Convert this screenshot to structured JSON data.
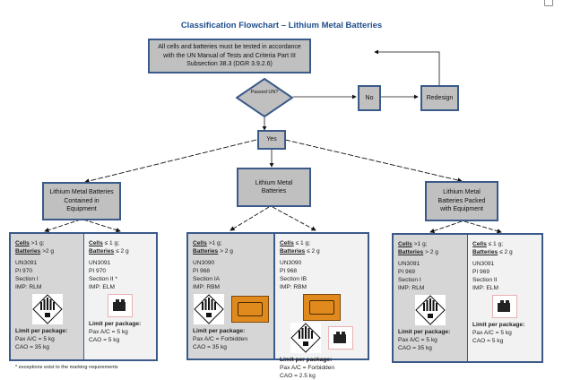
{
  "title": "Classification Flowchart – Lithium Metal Batteries",
  "nodes": {
    "test_box": "All cells and batteries must be tested in accordance with the UN Manual of Tests and Criteria Part III Subsection 38.3 (DGR 3.9.2.6)",
    "decision": "Passed UN?",
    "no": "No",
    "redesign": "Redesign",
    "yes": "Yes",
    "contained": "Lithium Metal Batteries Contained in Equipment",
    "batteries": "Lithium Metal Batteries",
    "packed": "Lithium Metal Batteries Packed with Equipment"
  },
  "panels": [
    {
      "name": "contained-in-equipment",
      "cells": [
        {
          "u1": "Cells",
          "t1": " >1 g; ",
          "u2": "Batteries",
          "t2": " >2 g",
          "lines": [
            "UN3091",
            "PI 970",
            "Section I",
            "IMP: RLM"
          ],
          "icons": [
            "class-9-hazard-label"
          ],
          "limit": "Limit per package:",
          "limits": [
            "Pax A/C = 5 kg",
            "CAO = 35 kg"
          ]
        },
        {
          "u1": "Cells",
          "t1": " ≤ 1 g; ",
          "u2": "Batteries",
          "t2": " ≤ 2 g",
          "lines": [
            "UN3091",
            "PI 970",
            "Section II *",
            "IMP: ELM"
          ],
          "icons": [
            "battery-mark"
          ],
          "limit": "Limit per package:",
          "limits": [
            "Pax A/C = 5 kg",
            "CAO = 5 kg"
          ]
        }
      ]
    },
    {
      "name": "batteries",
      "cells": [
        {
          "u1": "Cells",
          "t1": " >1 g; ",
          "u2": "Batteries",
          "t2": " > 2 g",
          "lines": [
            "UN3090",
            "PI 968",
            "Section IA",
            "IMP: RBM"
          ],
          "icons": [
            "class-9-hazard-label",
            "cargo-aircraft-only-label"
          ],
          "limit": "Limit per package:",
          "limits": [
            "Pax A/C = Forbidden",
            "CAO = 35 kg"
          ]
        },
        {
          "u1": "Cells",
          "t1": " ≤ 1 g; ",
          "u2": "Batteries",
          "t2": " ≤ 2 g",
          "lines": [
            "UN3090",
            "PI 968",
            "Section IB",
            "IMP: RBM"
          ],
          "icons": [
            "cargo-aircraft-only-label",
            "class-9-hazard-label",
            "battery-mark"
          ],
          "limit": "Limit per package:",
          "limits": [
            "Pax A/C = Forbidden",
            "CAO = 2.5 kg"
          ]
        }
      ]
    },
    {
      "name": "packed-with-equipment",
      "cells": [
        {
          "u1": "Cells",
          "t1": " >1 g; ",
          "u2": "Batteries",
          "t2": " > 2 g",
          "lines": [
            "UN3091",
            "PI 969",
            "Section I",
            "IMP: RLM"
          ],
          "icons": [
            "class-9-hazard-label"
          ],
          "limit": "Limit per package:",
          "limits": [
            "Pax A/C = 5 kg",
            "CAO = 35 kg"
          ]
        },
        {
          "u1": "Cells",
          "t1": " ≤ 1 g; ",
          "u2": "Batteries",
          "t2": " ≤ 2 g",
          "lines": [
            "UN3091",
            "PI 969",
            "Section II",
            "IMP: ELM"
          ],
          "icons": [
            "battery-mark"
          ],
          "limit": "Limit per package:",
          "limits": [
            "Pax A/C = 5 kg",
            "CAO = 5 kg"
          ]
        }
      ]
    }
  ],
  "footnote": "* exceptions exist to the marking requirements"
}
